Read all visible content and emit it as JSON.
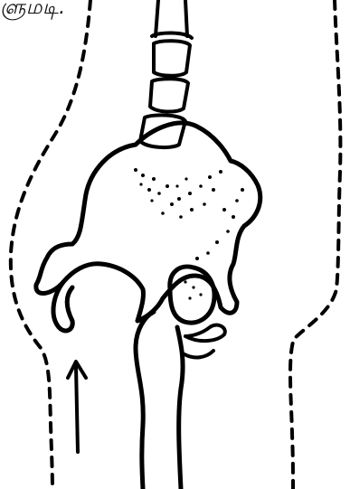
{
  "caption": {
    "fragment_text": "ளுமடி."
  },
  "figure": {
    "stroke_color": "#000000",
    "background_color": "#ffffff",
    "parts": [
      "spine",
      "pelvis",
      "femur",
      "body-outline",
      "upward-arrow"
    ]
  }
}
